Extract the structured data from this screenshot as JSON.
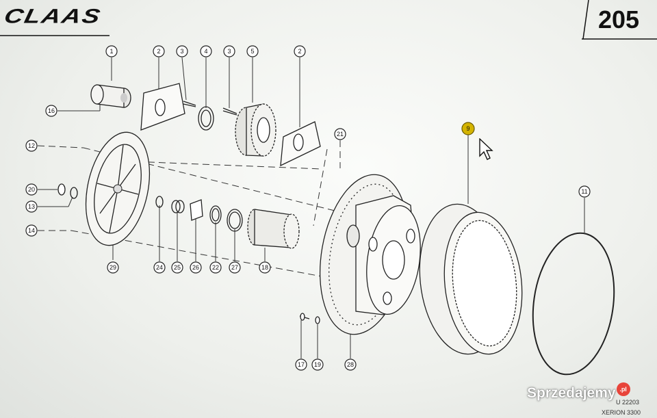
{
  "header": {
    "logo_text": "CLAAS",
    "page_number": "205"
  },
  "footer": {
    "drawing_number": "U 22203",
    "model": "XERION 3300"
  },
  "watermark": {
    "text": "Sprzedajemy",
    "badge": ".pl"
  },
  "callouts": [
    {
      "id": "c1",
      "label": "1"
    },
    {
      "id": "c2a",
      "label": "2"
    },
    {
      "id": "c3a",
      "label": "3"
    },
    {
      "id": "c4",
      "label": "4"
    },
    {
      "id": "c3b",
      "label": "3"
    },
    {
      "id": "c5",
      "label": "5"
    },
    {
      "id": "c2b",
      "label": "2"
    },
    {
      "id": "c16",
      "label": "16"
    },
    {
      "id": "c12",
      "label": "12"
    },
    {
      "id": "c21",
      "label": "21"
    },
    {
      "id": "c9",
      "label": "9"
    },
    {
      "id": "c20",
      "label": "20"
    },
    {
      "id": "c13",
      "label": "13"
    },
    {
      "id": "c14",
      "label": "14"
    },
    {
      "id": "c11",
      "label": "11"
    },
    {
      "id": "c29",
      "label": "29"
    },
    {
      "id": "c24",
      "label": "24"
    },
    {
      "id": "c25",
      "label": "25"
    },
    {
      "id": "c26",
      "label": "26"
    },
    {
      "id": "c22",
      "label": "22"
    },
    {
      "id": "c27",
      "label": "27"
    },
    {
      "id": "c18",
      "label": "18"
    },
    {
      "id": "c17",
      "label": "17"
    },
    {
      "id": "c19",
      "label": "19"
    },
    {
      "id": "c28",
      "label": "28"
    }
  ],
  "colors": {
    "highlight_callout": "#d4b400",
    "watermark_badge": "#e8443a"
  }
}
